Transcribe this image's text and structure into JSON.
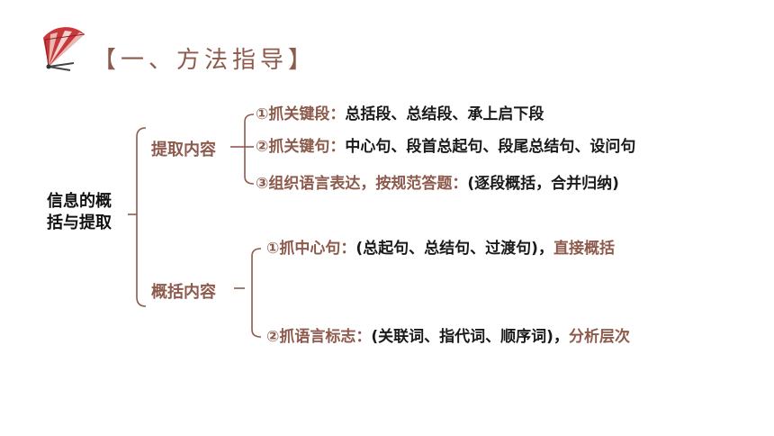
{
  "header": {
    "title": "【一、方法指导】",
    "logo_icon": "folding-fan-icon"
  },
  "diagram": {
    "root": {
      "line1": "信息的概",
      "line2": "括与提取"
    },
    "branches": [
      {
        "label": "提取内容",
        "items": [
          {
            "label": "①抓关键段：",
            "content": "总括段、总结段、承上启下段"
          },
          {
            "label": "②抓关键句：",
            "content": "中心句、段首总起句、段尾总结句、设问句"
          },
          {
            "label": "③组织语言表达，按规范答题：",
            "content": "(逐段概括，合并归纳)"
          }
        ]
      },
      {
        "label": "概括内容",
        "items": [
          {
            "label": "①抓中心句：",
            "content": "(总起句、总结句、过渡句)，",
            "tail": "直接概括"
          },
          {
            "label": "②抓语言标志：",
            "content": "(关联词、指代词、顺序词)，",
            "tail": "分析层次"
          }
        ]
      }
    ]
  },
  "colors": {
    "accent": "#8d5a4c",
    "text": "#1a1a1a",
    "fan_red": "#c9383a"
  }
}
